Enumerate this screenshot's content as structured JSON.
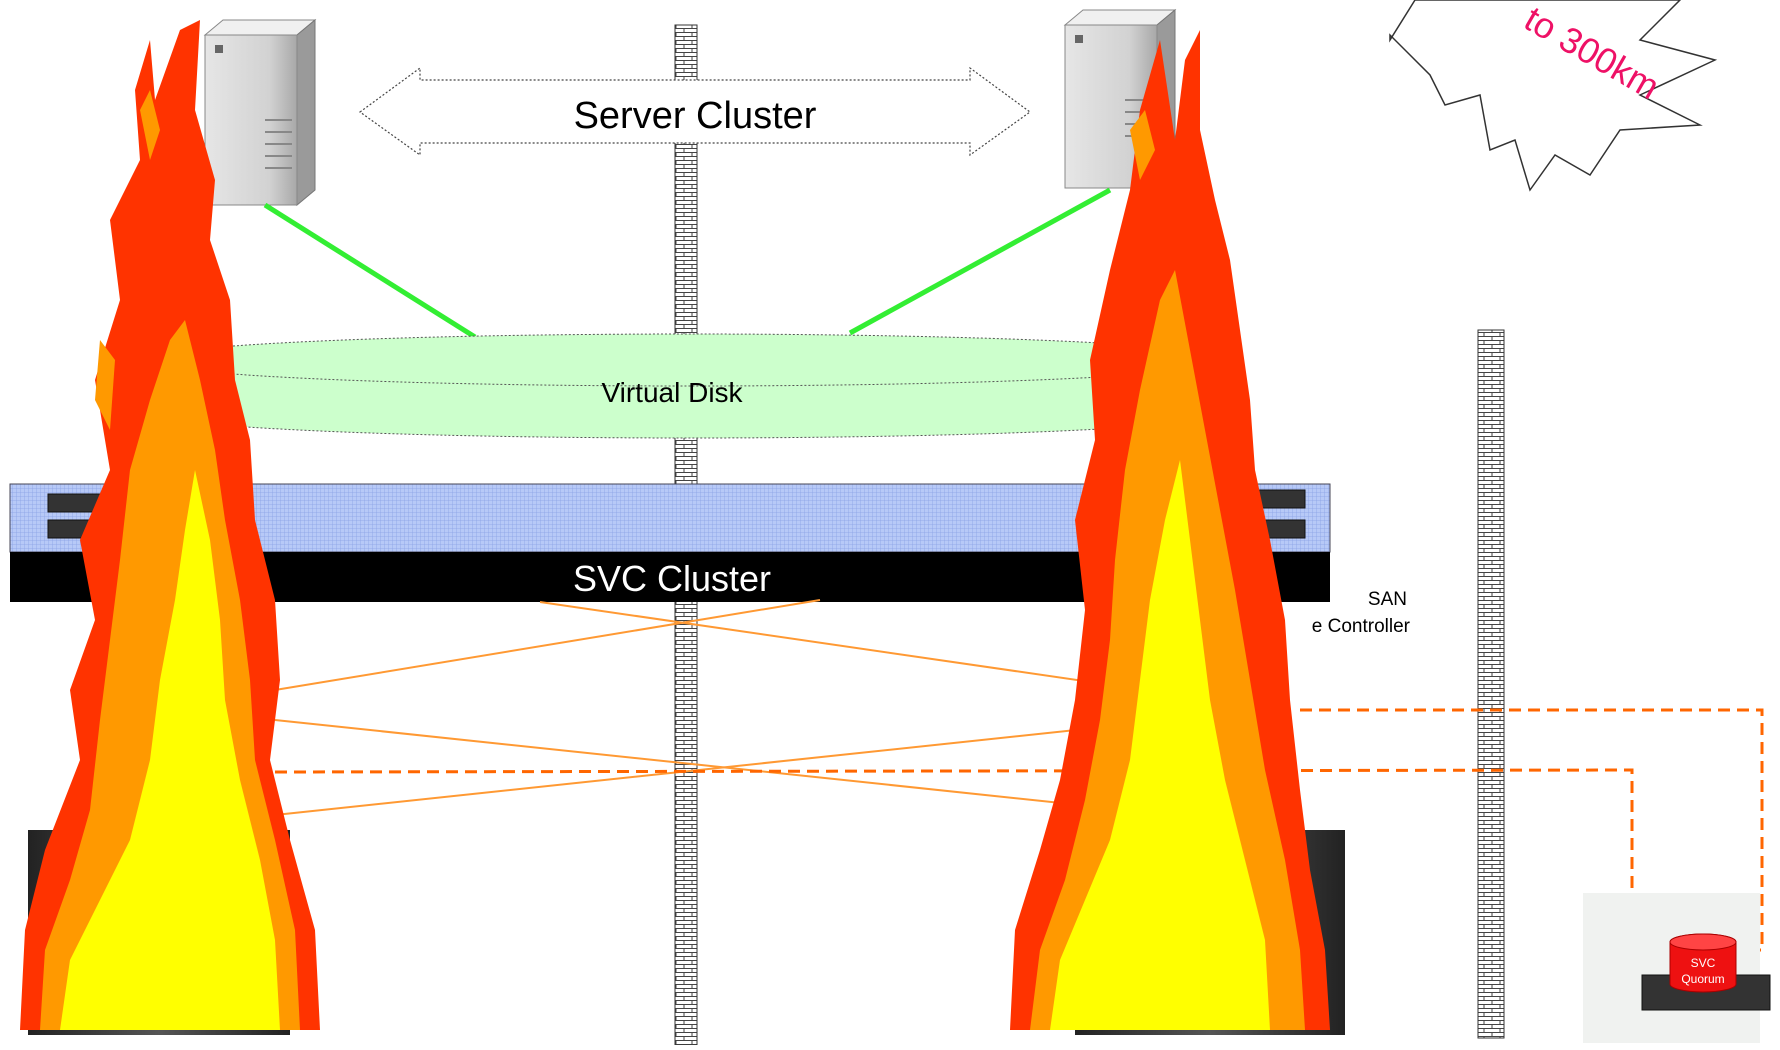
{
  "labels": {
    "server_cluster": "Server Cluster",
    "virtual_disk": "Virtual Disk",
    "svc_cluster": "SVC Cluster",
    "san": "SAN",
    "storage_controller": "e Controller",
    "distance_callout": "to 300km",
    "quorum_line1": "SVC",
    "quorum_line2": "Quorum"
  },
  "colors": {
    "flame_red": "#ff3300",
    "flame_orange": "#ff9900",
    "flame_yellow": "#ffff00",
    "link_green": "#33ee33",
    "fibre_orange": "#ff9933",
    "quorum_link": "#ff6600",
    "vdisk_fill": "#ccffcc",
    "svc_band": "#a9bff5",
    "svc_bar": "#000000",
    "callout_text": "#ee1166",
    "quorum_red": "#ee1111"
  }
}
